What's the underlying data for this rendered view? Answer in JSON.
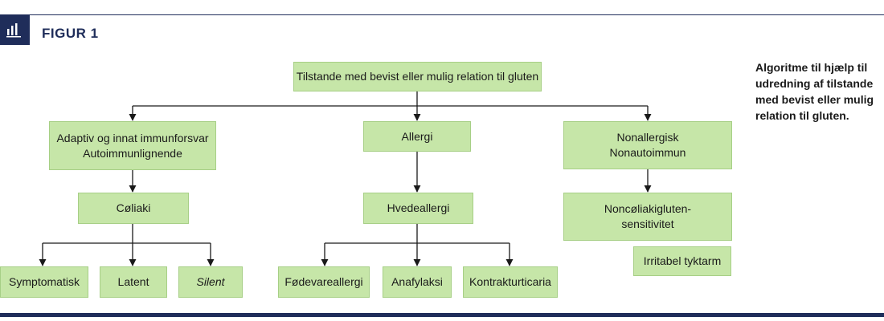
{
  "figure": {
    "label": "FIGUR 1",
    "icon": "bar-chart-icon"
  },
  "caption": "Algoritme til hjælp til udredning af tilstande med bevist eller mulig relation til gluten.",
  "nodes": {
    "root": "Tilstande med bevist eller mulig relation til gluten",
    "adaptive_line1": "Adaptiv og innat immunforsvar",
    "adaptive_line2": "Autoimmunlignende",
    "allergy": "Allergi",
    "nonallergic_line1": "Nonallergisk",
    "nonallergic_line2": "Nonautoimmun",
    "celiac": "Cøliaki",
    "wheat_allergy": "Hvedeallergi",
    "ncgs_line1": "Noncøliakigluten-",
    "ncgs_line2": "sensitivitet",
    "ibs": "Irritabel tyktarm",
    "symptomatic": "Symptomatisk",
    "latent": "Latent",
    "silent": "Silent",
    "food_allergy": "Fødevareallergi",
    "anaphylaxis": "Anafylaksi",
    "contact_urticaria": "Kontrakturticaria"
  },
  "colors": {
    "node_fill": "#c6e6a8",
    "node_border": "#a7cf86",
    "accent": "#1f2d5a",
    "line": "#1a1a1a"
  }
}
